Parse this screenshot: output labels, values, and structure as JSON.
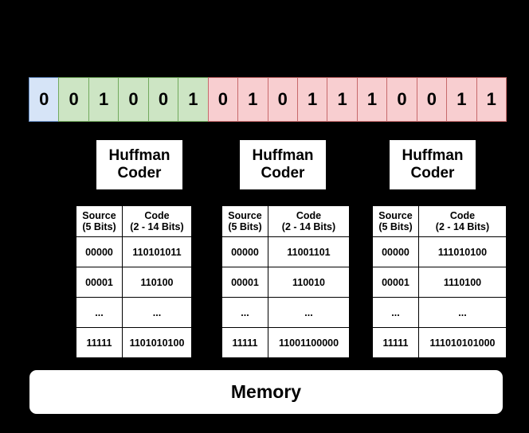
{
  "diagram": {
    "title": "Huffman Coder Memory Diagram",
    "colors": {
      "background": "#000000",
      "box_fill": "#ffffff",
      "bit_blue_fill": "#d6e4f7",
      "bit_blue_border": "#6a91c8",
      "bit_green_fill": "#cde5c4",
      "bit_green_border": "#72aa5e",
      "bit_red_fill": "#f8ced0",
      "bit_red_border": "#c76a6c",
      "text": "#000000"
    }
  },
  "bitstream": {
    "total_bits": 16,
    "groups": [
      {
        "color": "blue",
        "bits": [
          "0"
        ]
      },
      {
        "color": "green",
        "bits": [
          "0",
          "1",
          "0",
          "0",
          "1"
        ]
      },
      {
        "color": "red",
        "bits": [
          "0",
          "1",
          "0",
          "1",
          "1",
          "1",
          "0",
          "0",
          "1",
          "1"
        ]
      }
    ],
    "bits": [
      {
        "value": "0",
        "color": "blue"
      },
      {
        "value": "0",
        "color": "green"
      },
      {
        "value": "1",
        "color": "green"
      },
      {
        "value": "0",
        "color": "green"
      },
      {
        "value": "0",
        "color": "green"
      },
      {
        "value": "1",
        "color": "green"
      },
      {
        "value": "0",
        "color": "red"
      },
      {
        "value": "1",
        "color": "red"
      },
      {
        "value": "0",
        "color": "red"
      },
      {
        "value": "1",
        "color": "red"
      },
      {
        "value": "1",
        "color": "red"
      },
      {
        "value": "1",
        "color": "red"
      },
      {
        "value": "0",
        "color": "red"
      },
      {
        "value": "0",
        "color": "red"
      },
      {
        "value": "1",
        "color": "red"
      },
      {
        "value": "1",
        "color": "red"
      }
    ]
  },
  "coders": [
    {
      "line1": "Huffman",
      "line2": "Coder"
    },
    {
      "line1": "Huffman",
      "line2": "Coder"
    },
    {
      "line1": "Huffman",
      "line2": "Coder"
    }
  ],
  "tables": [
    {
      "headers": {
        "source_line1": "Source",
        "source_line2": "(5 Bits)",
        "code_line1": "Code",
        "code_line2": "(2 - 14 Bits)"
      },
      "rows": [
        {
          "source": "00000",
          "code": "110101011"
        },
        {
          "source": "00001",
          "code": "110100"
        },
        {
          "source": "...",
          "code": "..."
        },
        {
          "source": "11111",
          "code": "1101010100"
        }
      ]
    },
    {
      "headers": {
        "source_line1": "Source",
        "source_line2": "(5 Bits)",
        "code_line1": "Code",
        "code_line2": "(2 - 14 Bits)"
      },
      "rows": [
        {
          "source": "00000",
          "code": "11001101"
        },
        {
          "source": "00001",
          "code": "110010"
        },
        {
          "source": "...",
          "code": "..."
        },
        {
          "source": "11111",
          "code": "11001100000"
        }
      ]
    },
    {
      "headers": {
        "source_line1": "Source",
        "source_line2": "(5 Bits)",
        "code_line1": "Code",
        "code_line2": "(2 - 14 Bits)"
      },
      "rows": [
        {
          "source": "00000",
          "code": "111010100"
        },
        {
          "source": "00001",
          "code": "1110100"
        },
        {
          "source": "...",
          "code": "..."
        },
        {
          "source": "11111",
          "code": "111010101000"
        }
      ]
    }
  ],
  "memory": {
    "label": "Memory"
  }
}
